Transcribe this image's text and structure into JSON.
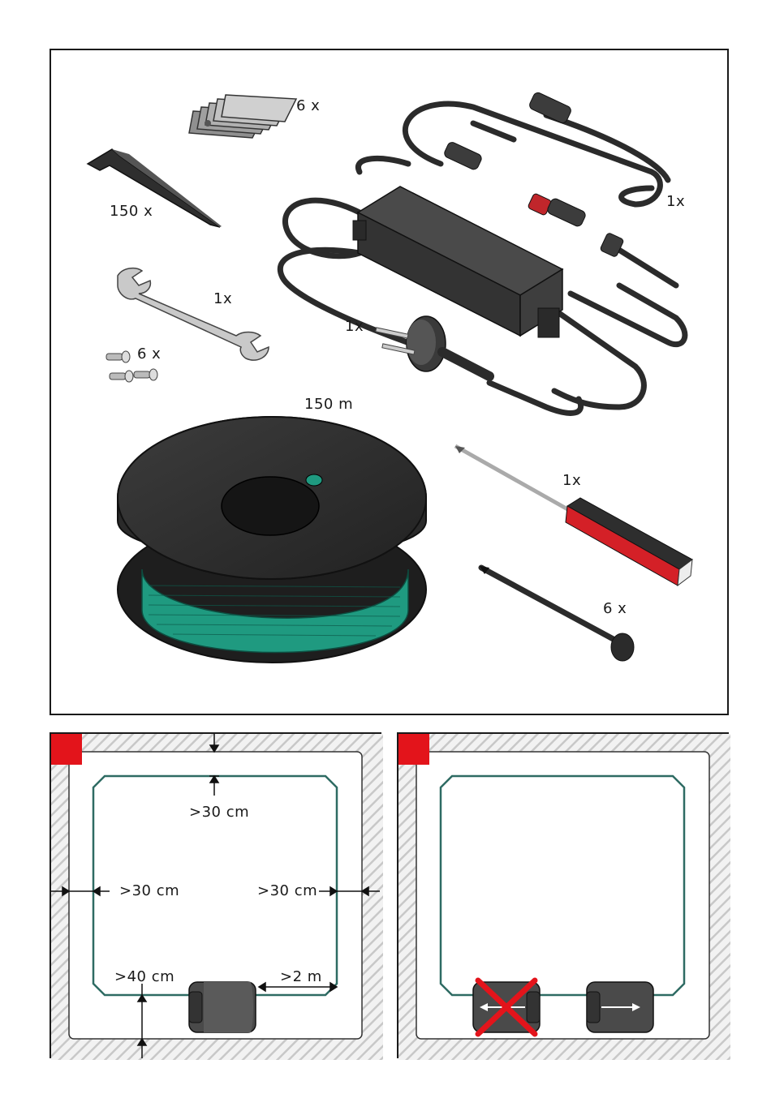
{
  "parts": {
    "blades_qty": "6 x",
    "pegs_qty": "150 x",
    "wrench_qty": "1x",
    "screws_qty": "6 x",
    "power_supply_qty": "1x",
    "extension_cable_qty": "1x",
    "wire_spool_length": "150 m",
    "screwdriver_qty": "1x",
    "connectors_qty": "6 x"
  },
  "diagram_left": {
    "top_distance": ">30 cm",
    "left_distance": ">30 cm",
    "right_distance": ">30 cm",
    "bottom_distance": ">40 cm",
    "mower_gap": ">2 m"
  },
  "colors": {
    "marker_red": "#e3141b",
    "wire_green": "#2e6b63",
    "spool_wire": "#1f9a80",
    "equipment_dark": "#3b3b3b",
    "hatch_gray": "#c8c8c8"
  }
}
